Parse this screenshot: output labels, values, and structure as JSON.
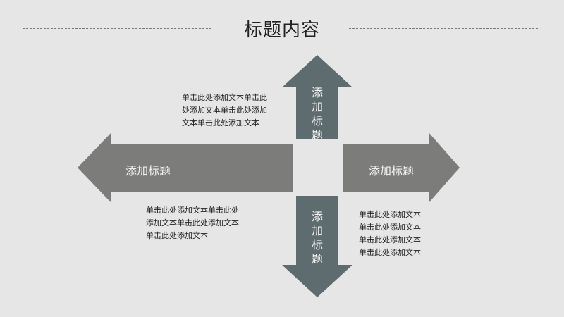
{
  "page": {
    "title": "标题内容"
  },
  "arrows": {
    "up_label": "添加标题",
    "left_label": "添加标题",
    "right_label": "添加标题",
    "down_label": "添加标题"
  },
  "texts": {
    "top_left": [
      "单击此处添加文本单击此",
      "处添加文本单击此处添加",
      "文本单击此处添加文本"
    ],
    "bottom_left": [
      "单击此处添加文本单击此处",
      "添加文本单击此处添加文本",
      "单击此处添加文本"
    ],
    "bottom_right": [
      "单击此处添加文本",
      "单击此处添加文本",
      "单击此处添加文本",
      "单击此处添加文本"
    ]
  },
  "colors": {
    "background": "#e6e6e6",
    "vertical_arrows": "#5e6c70",
    "horizontal_arrows": "#7c7c7a",
    "text": "#222222"
  }
}
